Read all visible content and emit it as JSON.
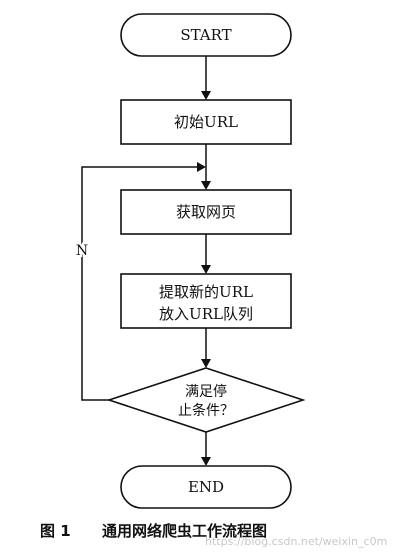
{
  "nodes": {
    "start": "START",
    "init_url": "初始URL",
    "fetch_page": "获取网页",
    "extract_line1": "提取新的URL",
    "extract_line2": "放入URL队列",
    "condition_line1": "满足停",
    "condition_line2": "止条件？",
    "end": "END"
  },
  "loop_label": "N",
  "caption": {
    "figure_number": "图 1",
    "title": "通用网络爬虫工作流程图"
  },
  "watermark": "https://blog.csdn.net/weixin_c0m"
}
